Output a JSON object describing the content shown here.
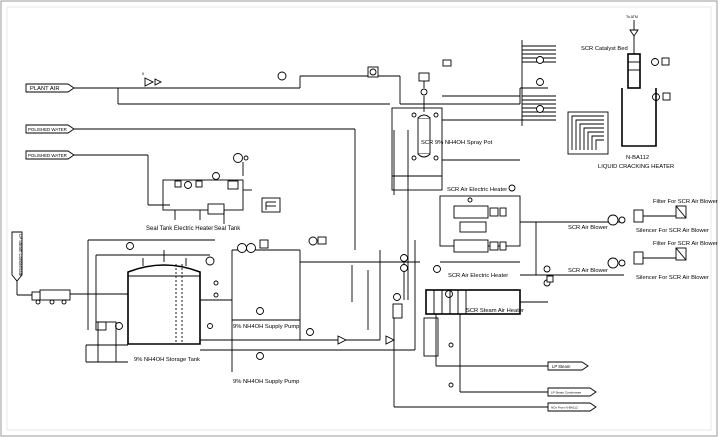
{
  "labels": {
    "plant_air": "PLANT AIR",
    "polished_water_1": "POLISHED WATER",
    "polished_water_2": "POLISHED WATER",
    "lp_steam_condensate": "LP Steam Condensate",
    "seal_tank_electric_heater": "Seal Tank Electric Heater",
    "seal_tank": "Seal Tank",
    "storage_tank": "9% NH4OH Storage Tank",
    "supply_pump_1": "9% NH4OH Supply Pump",
    "supply_pump_2": "9% NH4OH Supply Pump",
    "spray_pot": "SCR 9% NH4OH Spray Pot",
    "air_electric_heater_1": "SCR Air Electric Heater",
    "air_electric_heater_2": "SCR Air Electric Heater",
    "steam_air_heater": "SCR Steam Air Heater",
    "air_blower_1": "SCR Air Blower",
    "air_blower_2": "SCR Air Blower",
    "filter_1": "Filter For SCR Air Blower",
    "filter_2": "Filter For SCR Air Blower",
    "silencer_1": "Silencer For SCR Air Blower",
    "silencer_2": "Silencer For SCR Air Blower",
    "catalyst_bed": "SCR Catalyst Bed",
    "heater_tag": "N-BA112",
    "heater_name": "LIQUID CRACKING HEATER",
    "lp_steam": "LP Steam",
    "lp_steam_condensate_out": "LP Steam Condensate",
    "nox_from": "NOx From N-BA112",
    "to_atm": "To ATM"
  },
  "colors": {
    "line": "#000000",
    "background": "#ffffff",
    "frame": "#9a9a9a"
  }
}
